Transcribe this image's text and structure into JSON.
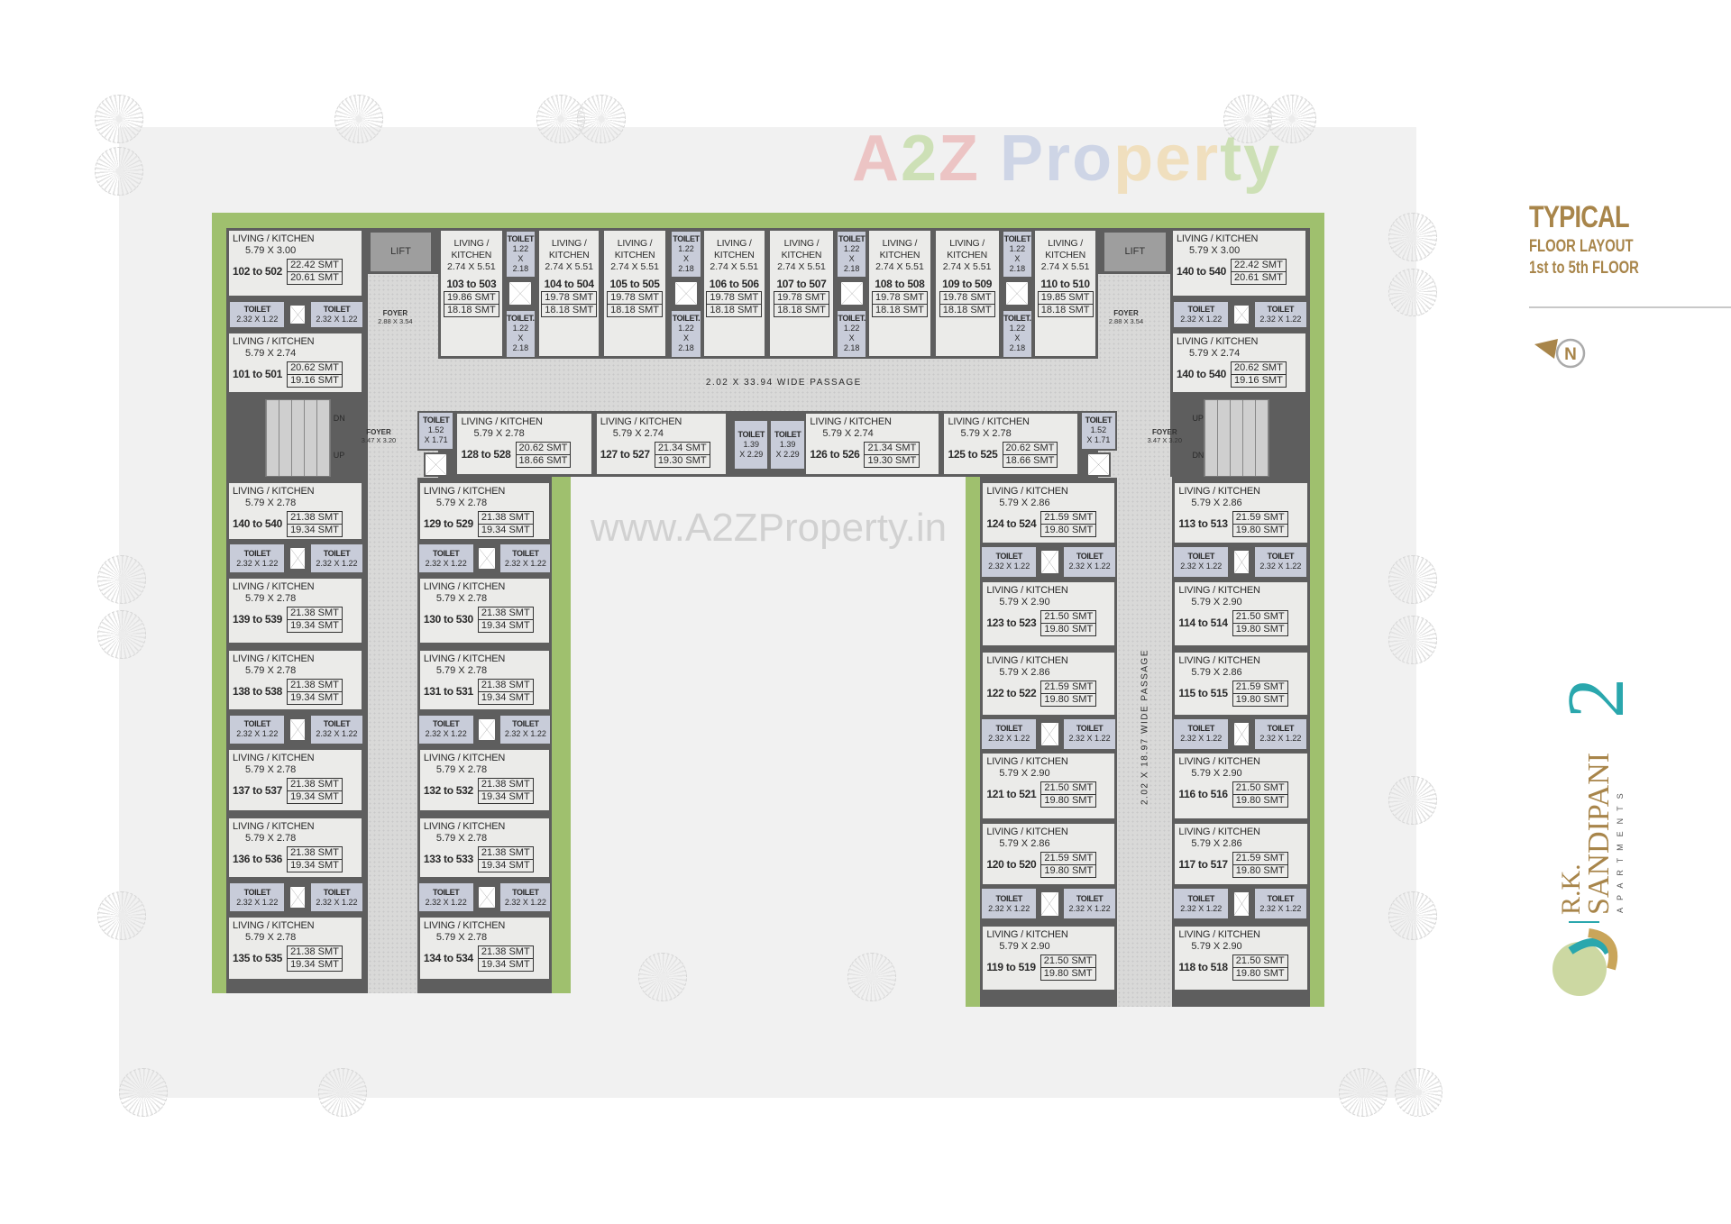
{
  "watermark": {
    "brand": "A2Z Property",
    "url": "www.A2ZProperty.in"
  },
  "title": {
    "line1": "TYPICAL",
    "line2": "FLOOR LAYOUT",
    "line3": "1st to 5th FLOOR"
  },
  "north_label": "N",
  "logo": {
    "name": "R.K. SANDIPANI",
    "number": "2",
    "sub": "APARTMENTS"
  },
  "colors": {
    "gold": "#a8854a",
    "teal": "#2aa7ad",
    "green": "#9fc06e",
    "wall": "#5e5e5e",
    "toilet": "#c8ccd9"
  },
  "labels": {
    "lift": "LIFT",
    "foyer": "FOYER",
    "foyer_top_dims": "2.88 X 3.54",
    "foyer_mid_dims": "3.47 X 3.20",
    "dn": "DN",
    "up": "UP",
    "passage_h": "2.02 X 33.94 WIDE PASSAGE",
    "passage_v": "2.02 X 18.97 WIDE PASSAGE",
    "toilet": "TOILET",
    "toilet_dot": "TOILET."
  },
  "toilet_dims": {
    "side": "2.32 X 1.22",
    "narrow_a": "1.22",
    "narrow_x": "X",
    "narrow_b": "2.18",
    "mid_small": "1.52",
    "mid_small_b": "X 1.71",
    "mid_pair": "1.39",
    "mid_pair_b": "X 2.29"
  },
  "units": [
    {
      "label": "LIVING / KITCHEN",
      "dims": "5.79 X 3.00",
      "no": "102 to 502",
      "a1": "22.42 SMT",
      "a2": "20.61 SMT"
    },
    {
      "label": "LIVING / KITCHEN",
      "dims": "5.79 X 2.74",
      "no": "101 to 501",
      "a1": "20.62 SMT",
      "a2": "19.16 SMT"
    },
    {
      "label": "LIVING / KITCHEN",
      "dims": "2.74 X 5.51",
      "no": "103 to 503",
      "a1": "19.86 SMT",
      "a2": "18.18 SMT"
    },
    {
      "label": "LIVING / KITCHEN",
      "dims": "2.74 X 5.51",
      "no": "104 to 504",
      "a1": "19.78 SMT",
      "a2": "18.18 SMT"
    },
    {
      "label": "LIVING / KITCHEN",
      "dims": "2.74 X 5.51",
      "no": "105 to 505",
      "a1": "19.78 SMT",
      "a2": "18.18 SMT"
    },
    {
      "label": "LIVING / KITCHEN",
      "dims": "2.74 X 5.51",
      "no": "106 to 506",
      "a1": "19.78 SMT",
      "a2": "18.18 SMT"
    },
    {
      "label": "LIVING / KITCHEN",
      "dims": "2.74 X 5.51",
      "no": "107 to 507",
      "a1": "19.78 SMT",
      "a2": "18.18 SMT"
    },
    {
      "label": "LIVING / KITCHEN",
      "dims": "2.74 X 5.51",
      "no": "108 to 508",
      "a1": "19.78 SMT",
      "a2": "18.18 SMT"
    },
    {
      "label": "LIVING / KITCHEN",
      "dims": "2.74 X 5.51",
      "no": "109 to 509",
      "a1": "19.78 SMT",
      "a2": "18.18 SMT"
    },
    {
      "label": "LIVING / KITCHEN",
      "dims": "2.74 X 5.51",
      "no": "110 to 510",
      "a1": "19.85 SMT",
      "a2": "18.18 SMT"
    },
    {
      "label": "LIVING / KITCHEN",
      "dims": "5.79 X 3.00",
      "no": "140 to 540",
      "a1": "22.42 SMT",
      "a2": "20.61 SMT"
    },
    {
      "label": "LIVING / KITCHEN",
      "dims": "5.79 X 2.74",
      "no": "140 to 540",
      "a1": "20.62 SMT",
      "a2": "19.16 SMT"
    },
    {
      "label": "LIVING / KITCHEN",
      "dims": "5.79 X 2.78",
      "no": "128 to 528",
      "a1": "20.62 SMT",
      "a2": "18.66 SMT"
    },
    {
      "label": "LIVING / KITCHEN",
      "dims": "5.79 X 2.74",
      "no": "127 to 527",
      "a1": "21.34 SMT",
      "a2": "19.30 SMT"
    },
    {
      "label": "LIVING / KITCHEN",
      "dims": "5.79 X 2.74",
      "no": "126 to 526",
      "a1": "21.34 SMT",
      "a2": "19.30 SMT"
    },
    {
      "label": "LIVING / KITCHEN",
      "dims": "5.79 X 2.78",
      "no": "125 to 525",
      "a1": "20.62 SMT",
      "a2": "18.66 SMT"
    },
    {
      "label": "LIVING / KITCHEN",
      "dims": "5.79 X 2.78",
      "no": "140 to 540",
      "a1": "21.38 SMT",
      "a2": "19.34 SMT"
    },
    {
      "label": "LIVING / KITCHEN",
      "dims": "5.79 X 2.78",
      "no": "139 to 539",
      "a1": "21.38 SMT",
      "a2": "19.34 SMT"
    },
    {
      "label": "LIVING / KITCHEN",
      "dims": "5.79 X 2.78",
      "no": "138 to 538",
      "a1": "21.38 SMT",
      "a2": "19.34 SMT"
    },
    {
      "label": "LIVING / KITCHEN",
      "dims": "5.79 X 2.78",
      "no": "137 to 537",
      "a1": "21.38 SMT",
      "a2": "19.34 SMT"
    },
    {
      "label": "LIVING / KITCHEN",
      "dims": "5.79 X 2.78",
      "no": "136 to 536",
      "a1": "21.38 SMT",
      "a2": "19.34 SMT"
    },
    {
      "label": "LIVING / KITCHEN",
      "dims": "5.79 X 2.78",
      "no": "135 to 535",
      "a1": "21.38 SMT",
      "a2": "19.34 SMT"
    },
    {
      "label": "LIVING / KITCHEN",
      "dims": "5.79 X 2.78",
      "no": "129 to 529",
      "a1": "21.38 SMT",
      "a2": "19.34 SMT"
    },
    {
      "label": "LIVING / KITCHEN",
      "dims": "5.79 X 2.78",
      "no": "130 to 530",
      "a1": "21.38 SMT",
      "a2": "19.34 SMT"
    },
    {
      "label": "LIVING / KITCHEN",
      "dims": "5.79 X 2.78",
      "no": "131 to 531",
      "a1": "21.38 SMT",
      "a2": "19.34 SMT"
    },
    {
      "label": "LIVING / KITCHEN",
      "dims": "5.79 X 2.78",
      "no": "132 to 532",
      "a1": "21.38 SMT",
      "a2": "19.34 SMT"
    },
    {
      "label": "LIVING / KITCHEN",
      "dims": "5.79 X 2.78",
      "no": "133 to 533",
      "a1": "21.38 SMT",
      "a2": "19.34 SMT"
    },
    {
      "label": "LIVING / KITCHEN",
      "dims": "5.79 X 2.78",
      "no": "134 to 534",
      "a1": "21.38 SMT",
      "a2": "19.34 SMT"
    },
    {
      "label": "LIVING / KITCHEN",
      "dims": "5.79 X 2.86",
      "no": "124 to 524",
      "a1": "21.59 SMT",
      "a2": "19.80 SMT"
    },
    {
      "label": "LIVING / KITCHEN",
      "dims": "5.79 X 2.90",
      "no": "123 to 523",
      "a1": "21.50 SMT",
      "a2": "19.80 SMT"
    },
    {
      "label": "LIVING / KITCHEN",
      "dims": "5.79 X 2.86",
      "no": "122 to 522",
      "a1": "21.59 SMT",
      "a2": "19.80 SMT"
    },
    {
      "label": "LIVING / KITCHEN",
      "dims": "5.79 X 2.90",
      "no": "121 to 521",
      "a1": "21.50 SMT",
      "a2": "19.80 SMT"
    },
    {
      "label": "LIVING / KITCHEN",
      "dims": "5.79 X 2.86",
      "no": "120 to 520",
      "a1": "21.59 SMT",
      "a2": "19.80 SMT"
    },
    {
      "label": "LIVING / KITCHEN",
      "dims": "5.79 X 2.90",
      "no": "119 to 519",
      "a1": "21.50 SMT",
      "a2": "19.80 SMT"
    },
    {
      "label": "LIVING / KITCHEN",
      "dims": "5.79 X 2.86",
      "no": "113 to 513",
      "a1": "21.59 SMT",
      "a2": "19.80 SMT"
    },
    {
      "label": "LIVING / KITCHEN",
      "dims": "5.79 X 2.90",
      "no": "114 to 514",
      "a1": "21.50 SMT",
      "a2": "19.80 SMT"
    },
    {
      "label": "LIVING / KITCHEN",
      "dims": "5.79 X 2.86",
      "no": "115 to 515",
      "a1": "21.59 SMT",
      "a2": "19.80 SMT"
    },
    {
      "label": "LIVING / KITCHEN",
      "dims": "5.79 X 2.90",
      "no": "116 to 516",
      "a1": "21.50 SMT",
      "a2": "19.80 SMT"
    },
    {
      "label": "LIVING / KITCHEN",
      "dims": "5.79 X 2.86",
      "no": "117 to 517",
      "a1": "21.59 SMT",
      "a2": "19.80 SMT"
    },
    {
      "label": "LIVING / KITCHEN",
      "dims": "5.79 X 2.90",
      "no": "118 to 518",
      "a1": "21.50 SMT",
      "a2": "19.80 SMT"
    }
  ]
}
